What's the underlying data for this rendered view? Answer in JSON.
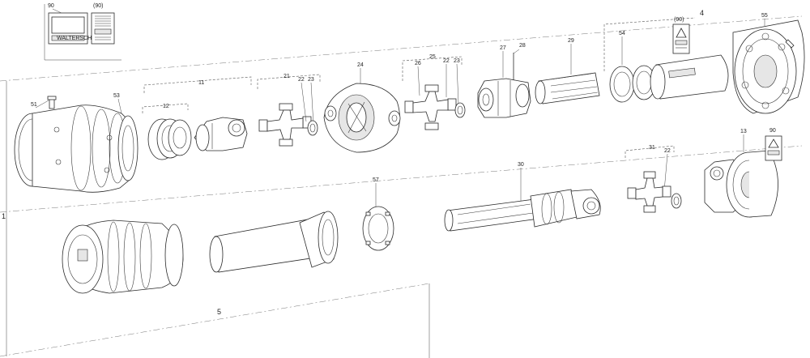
{
  "labels": {
    "l90_top": "90",
    "l90_top_paren": "(90)",
    "sticker_text": "WALTERSCHEID",
    "l51": "51",
    "l53": "53",
    "l11": "11",
    "l12": "12",
    "l21": "21",
    "l22a": "22",
    "l23a": "23",
    "l24": "24",
    "l25": "25",
    "l26": "26",
    "l22b": "22",
    "l23b": "23",
    "l27": "27",
    "l28": "28",
    "l29": "29",
    "l54": "54",
    "l90_mid": "(90)",
    "l4": "4",
    "l55": "55",
    "l1": "1",
    "l57": "57",
    "l30": "30",
    "l31": "31",
    "l22c": "22",
    "l13": "13",
    "l90_right": "90",
    "l5": "5"
  }
}
